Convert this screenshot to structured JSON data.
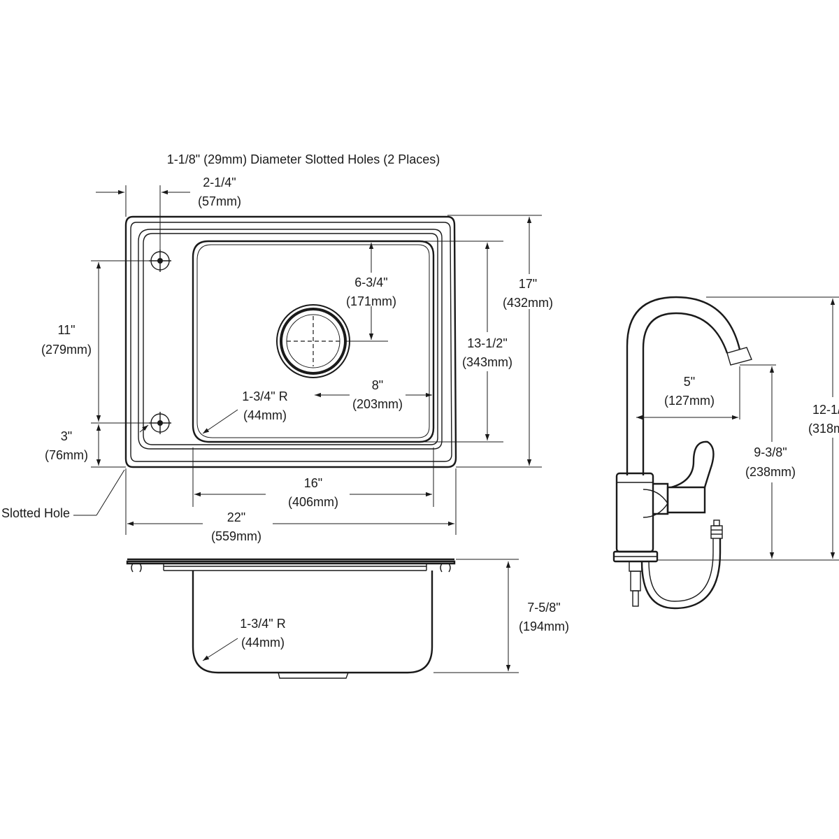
{
  "colors": {
    "line": "#1a1a1a",
    "background": "#ffffff"
  },
  "labels": {
    "top_note": "1-1/8\" (29mm) Diameter Slotted Holes (2 Places)",
    "slotted_hole": "Slotted Hole",
    "d_2_25": "2-1/4\"",
    "d_2_25_mm": "(57mm)",
    "d_17": "17\"",
    "d_17_mm": "(432mm)",
    "d_13_5": "13-1/2\"",
    "d_13_5_mm": "(343mm)",
    "d_6_75": "6-3/4\"",
    "d_6_75_mm": "(171mm)",
    "d_11": "11\"",
    "d_11_mm": "(279mm)",
    "d_3": "3\"",
    "d_3_mm": "(76mm)",
    "d_8": "8\"",
    "d_8_mm": "(203mm)",
    "d_r_top": "1-3/4\" R",
    "d_r_top_mm": "(44mm)",
    "d_16": "16\"",
    "d_16_mm": "(406mm)",
    "d_22": "22\"",
    "d_22_mm": "(559mm)",
    "d_7_625": "7-5/8\"",
    "d_7_625_mm": "(194mm)",
    "d_r_bot": "1-3/4\" R",
    "d_r_bot_mm": "(44mm)",
    "d_5": "5\"",
    "d_5_mm": "(127mm)",
    "d_9_375": "9-3/8\"",
    "d_9_375_mm": "(238mm)",
    "d_12": "12-1/",
    "d_12_mm": "(318m"
  }
}
